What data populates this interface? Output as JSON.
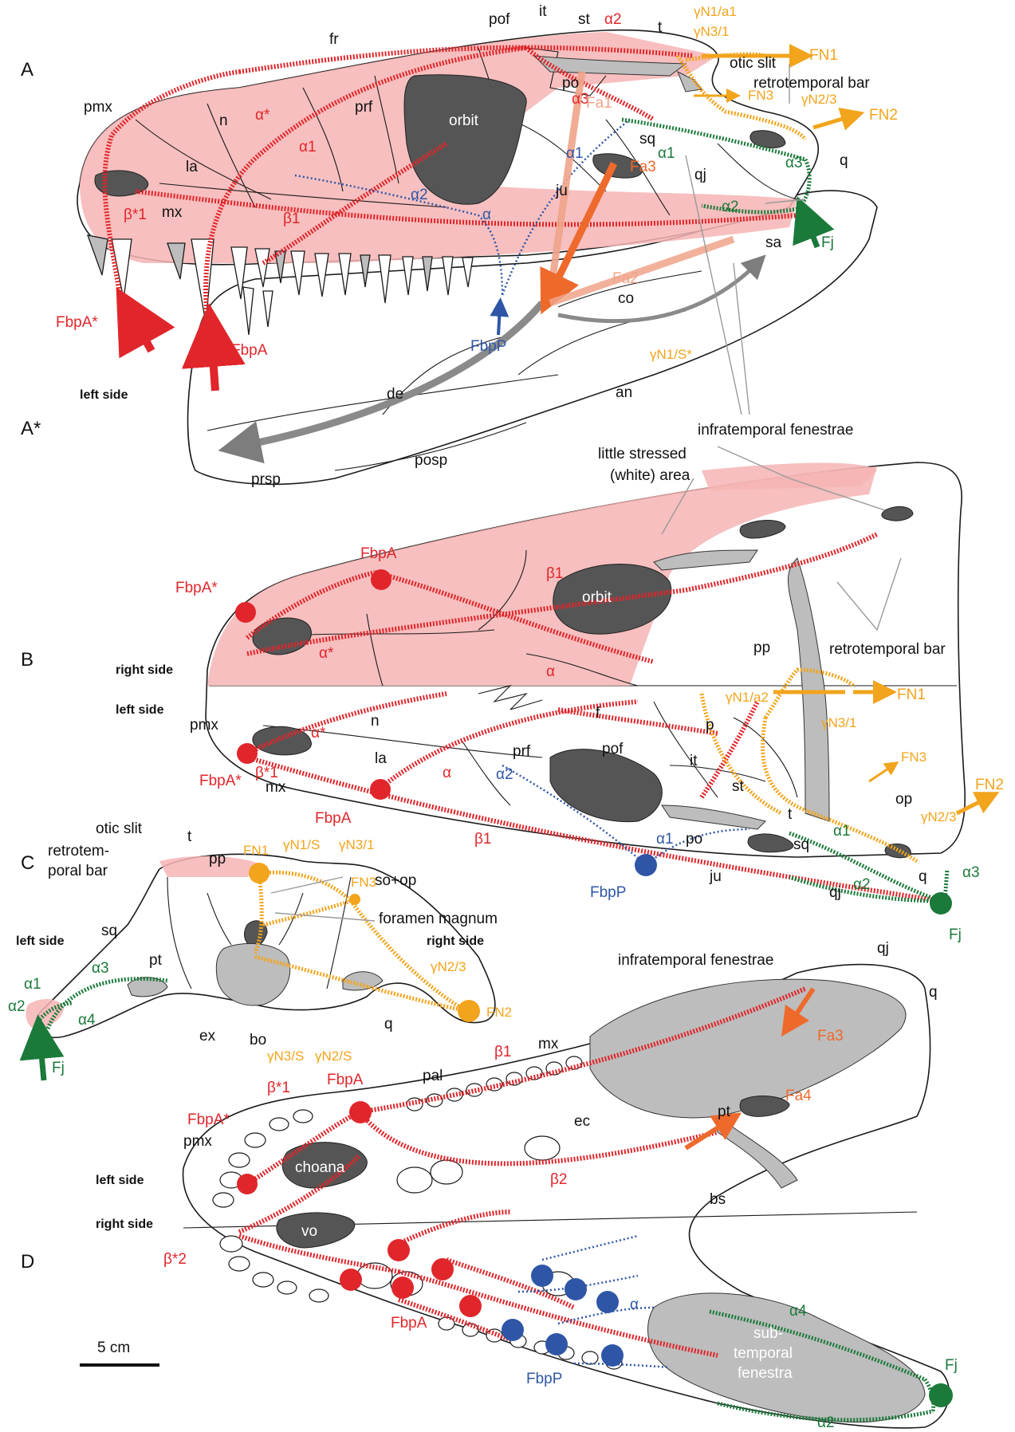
{
  "panels": {
    "a": "A",
    "a_star": "A*",
    "b": "B",
    "c": "C",
    "d": "D"
  },
  "sides": {
    "left": "left side",
    "right": "right side"
  },
  "bones": {
    "pmx": "pmx",
    "n": "n",
    "fr": "fr",
    "prf": "prf",
    "pof": "pof",
    "it": "it",
    "st": "st",
    "t": "t",
    "la": "la",
    "mx": "mx",
    "ju": "ju",
    "sq": "sq",
    "qj": "qj",
    "q": "q",
    "sa": "sa",
    "co": "co",
    "de": "de",
    "an": "an",
    "posp": "posp",
    "prsp": "prsp",
    "po": "po",
    "pp": "pp",
    "p": "p",
    "f": "f",
    "op": "op",
    "pt": "pt",
    "ex": "ex",
    "bo": "bo",
    "so_op": "so+op",
    "pal": "pal",
    "ec": "ec",
    "bs": "bs",
    "vo": "vo",
    "choana": "choana",
    "orbit": "orbit"
  },
  "labels": {
    "otic_slit": "otic slit",
    "retrotemporal_bar": "retrotemporal bar",
    "retrotemporal_bar_c1": "retrotem-",
    "retrotemporal_bar_c2": "poral bar",
    "infratemporal_fenestrae": "infratemporal fenestrae",
    "little_stressed_1": "little stressed",
    "little_stressed_2": "(white) area",
    "foramen_magnum": "foramen magnum",
    "subtemporal_1": "sub-",
    "subtemporal_2": "temporal",
    "subtemporal_3": "fenestra",
    "scale_bar": "5 cm"
  },
  "stress": {
    "alpha": "α",
    "alpha_star": "α*",
    "alpha1": "α1",
    "alpha2": "α2",
    "alpha3": "α3",
    "alpha4": "α4",
    "beta1": "β1",
    "beta2": "β2",
    "beta_star1": "β*1",
    "beta_star2": "β*2",
    "gN1a1": "γN1/a1",
    "gN1a2": "γN1/a2",
    "gN31": "γN3/1",
    "gN23": "γN2/3",
    "gN1S": "γN1/S",
    "gN1Sstar": "γN1/S*",
    "gN3S": "γN3/S",
    "gN2S": "γN2/S"
  },
  "forces": {
    "FbpA": "FbpA",
    "FbpA_star": "FbpA*",
    "FbpP": "FbpP",
    "Fj": "Fj",
    "FN1": "FN1",
    "FN2": "FN2",
    "FN3": "FN3",
    "Fa1": "Fa1",
    "Fa2": "Fa2",
    "Fa3": "Fa3",
    "Fa4": "Fa4"
  },
  "colors": {
    "compression_red": "#e0262b",
    "tension_blue": "#2f56a6",
    "jaw_green": "#1b7a3a",
    "neck_orange": "#f2a41c",
    "adductor_orange": "#ee6a2c",
    "adductor_salmon": "#f0a48a",
    "stressed_pink": "#f6b4b4",
    "fenestra_dark": "#555555",
    "bone_grey": "#bdbdbd"
  }
}
